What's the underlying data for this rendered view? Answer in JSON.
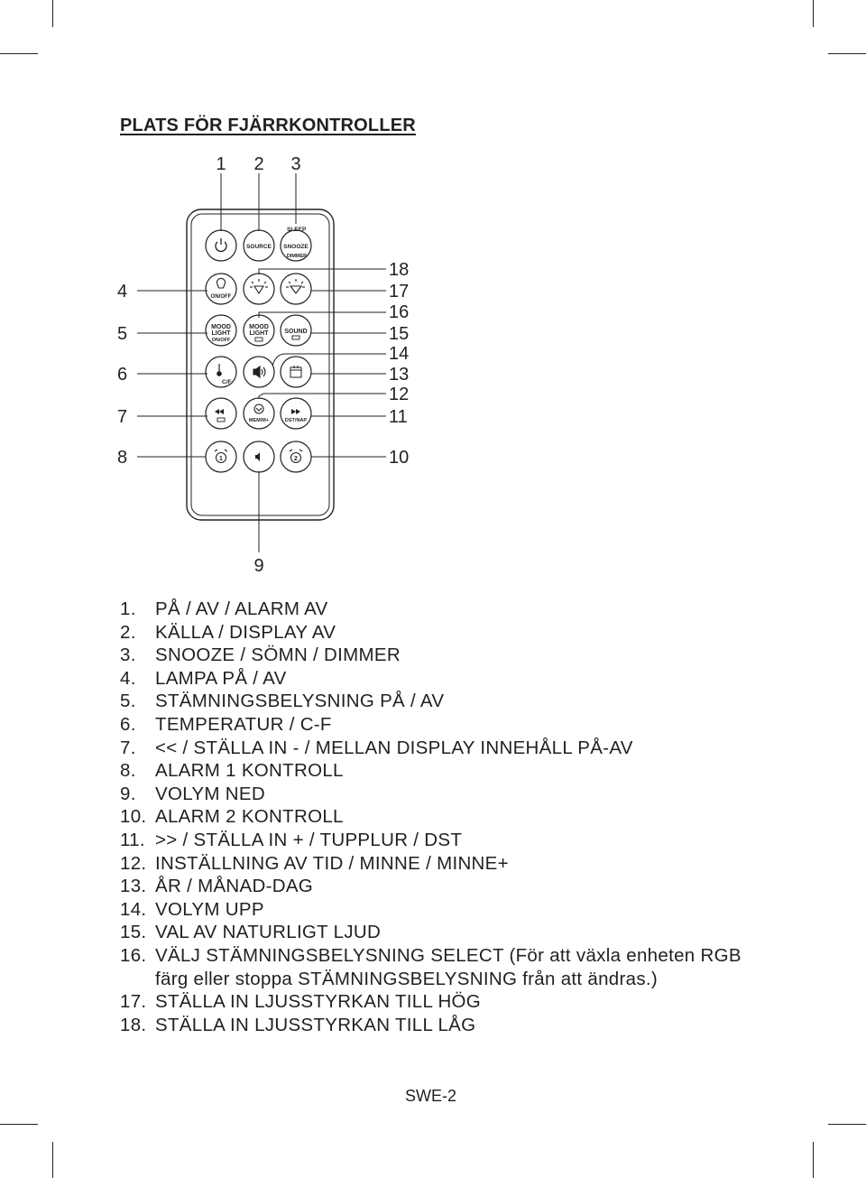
{
  "page": {
    "title": "PLATS FÖR FJÄRRKONTROLLER",
    "page_number": "SWE-2"
  },
  "remote": {
    "buttons": {
      "sleep_label": "SLEEP",
      "source": "SOURCE",
      "snooze": "SNOOZE",
      "dimmer": "DIMMER",
      "on_off": "ON/OFF",
      "mood": "MOOD",
      "light": "LIGHT",
      "mood_on_off": "ON/OFF",
      "sound": "SOUND",
      "cf": "C/F",
      "mem": "MEM/M+",
      "dst_nap": "DST/NAP",
      "alarm1": "1",
      "alarm2": "2"
    },
    "callouts": {
      "c1": "1",
      "c2": "2",
      "c3": "3",
      "c4": "4",
      "c5": "5",
      "c6": "6",
      "c7": "7",
      "c8": "8",
      "c9": "9",
      "c10": "10",
      "c11": "11",
      "c12": "12",
      "c13": "13",
      "c14": "14",
      "c15": "15",
      "c16": "16",
      "c17": "17",
      "c18": "18"
    }
  },
  "legend": [
    {
      "num": "1.",
      "text": "PÅ / AV / ALARM AV"
    },
    {
      "num": "2.",
      "text": "KÄLLA / DISPLAY AV"
    },
    {
      "num": "3.",
      "text": "SNOOZE / SÖMN / DIMMER"
    },
    {
      "num": "4.",
      "text": "LAMPA PÅ / AV"
    },
    {
      "num": "5.",
      "text": "STÄMNINGSBELYSNING PÅ / AV"
    },
    {
      "num": "6.",
      "text": "TEMPERATUR / C-F"
    },
    {
      "num": "7.",
      "text": "<< / STÄLLA IN - / MELLAN DISPLAY INNEHÅLL PÅ-AV"
    },
    {
      "num": "8.",
      "text": "ALARM 1 KONTROLL"
    },
    {
      "num": "9.",
      "text": "VOLYM NED"
    },
    {
      "num": "10.",
      "text": "ALARM 2 KONTROLL"
    },
    {
      "num": "11.",
      "text": ">> / STÄLLA IN + / TUPPLUR / DST"
    },
    {
      "num": "12.",
      "text": "INSTÄLLNING AV TID / MINNE / MINNE+"
    },
    {
      "num": "13.",
      "text": "ÅR / MÅNAD-DAG"
    },
    {
      "num": "14.",
      "text": "VOLYM UPP"
    },
    {
      "num": "15.",
      "text": "VAL AV NATURLIGT LJUD"
    },
    {
      "num": "16.",
      "text": "VÄLJ STÄMNINGSBELYSNING SELECT (För att växla enheten RGB färg eller stoppa STÄMNINGSBELYSNING från att ändras.)"
    },
    {
      "num": "17.",
      "text": "STÄLLA IN LJUSSTYRKAN TILL HÖG"
    },
    {
      "num": "18.",
      "text": "STÄLLA IN LJUSSTYRKAN TILL LÅG"
    }
  ]
}
